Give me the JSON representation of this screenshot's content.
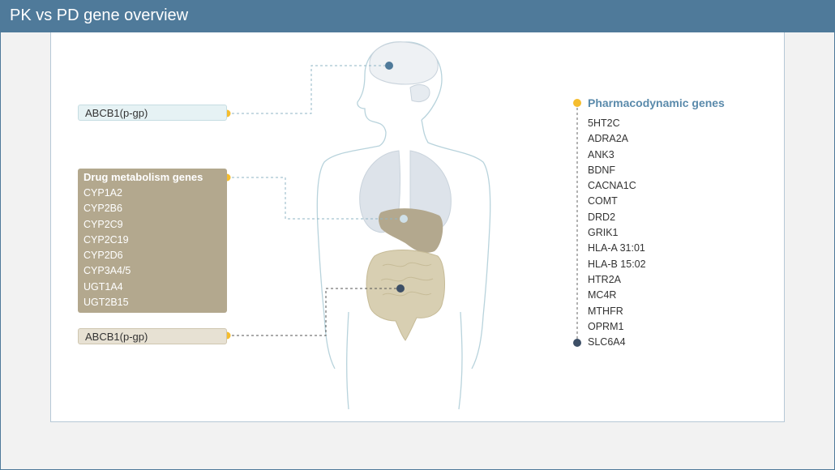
{
  "header": {
    "title": "PK vs PD gene overview"
  },
  "callouts": {
    "brain_transporter": "ABCB1(p-gp)",
    "intestine_transporter": "ABCB1(p-gp)"
  },
  "metabolism": {
    "title": "Drug metabolism genes",
    "genes": [
      "CYP1A2",
      "CYP2B6",
      "CYP2C9",
      "CYP2C19",
      "CYP2D6",
      "CYP3A4/5",
      "UGT1A4",
      "UGT2B15"
    ]
  },
  "pharmacodynamic": {
    "title": "Pharmacodynamic genes",
    "genes": [
      "5HT2C",
      "ADRA2A",
      "ANK3",
      "BDNF",
      "CACNA1C",
      "COMT",
      "DRD2",
      "GRIK1",
      "HLA-A 31:01",
      "HLA-B 15:02",
      "HTR2A",
      "MC4R",
      "MTHFR",
      "OPRM1",
      "SLC6A4"
    ]
  },
  "colors": {
    "header": "#4f7a9a",
    "yellow_dot": "#f5bd2e",
    "navy_dot": "#3d4f66",
    "metabolism_box": "#b3a88e",
    "lungs": "#dde3ea",
    "liver": "#b3a88e",
    "intestine": "#d8cfb2"
  }
}
